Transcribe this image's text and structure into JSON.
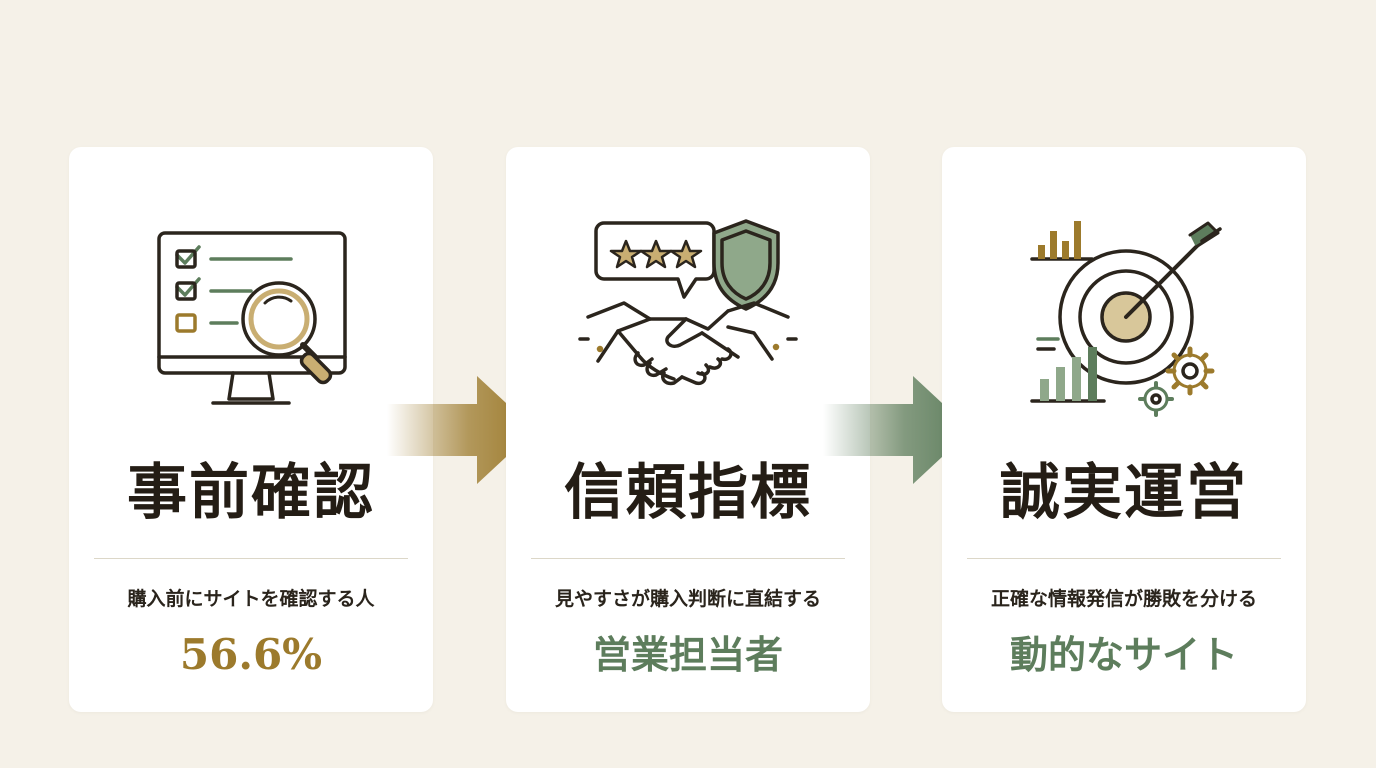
{
  "colors": {
    "background": "#f5f1e8",
    "card": "#ffffff",
    "title": "#241d15",
    "gold": "#9c7a2c",
    "green": "#5d7d5c",
    "outline": "#2b251d"
  },
  "cards": [
    {
      "title": "事前確認",
      "caption": "購入前にサイトを確認する人",
      "highlight": "56.6%",
      "icon": "monitor-checklist-magnifier-icon"
    },
    {
      "title": "信頼指標",
      "caption": "見やすさが購入判断に直結する",
      "highlight": "営業担当者",
      "icon": "handshake-rating-shield-icon"
    },
    {
      "title": "誠実運営",
      "caption": "正確な情報発信が勝敗を分ける",
      "highlight": "動的なサイト",
      "icon": "target-arrow-chart-gears-icon"
    }
  ],
  "arrows": [
    {
      "icon": "arrow-right-icon",
      "color": "#9c7a2c"
    },
    {
      "icon": "arrow-right-icon",
      "color": "#5d7d5c"
    }
  ]
}
